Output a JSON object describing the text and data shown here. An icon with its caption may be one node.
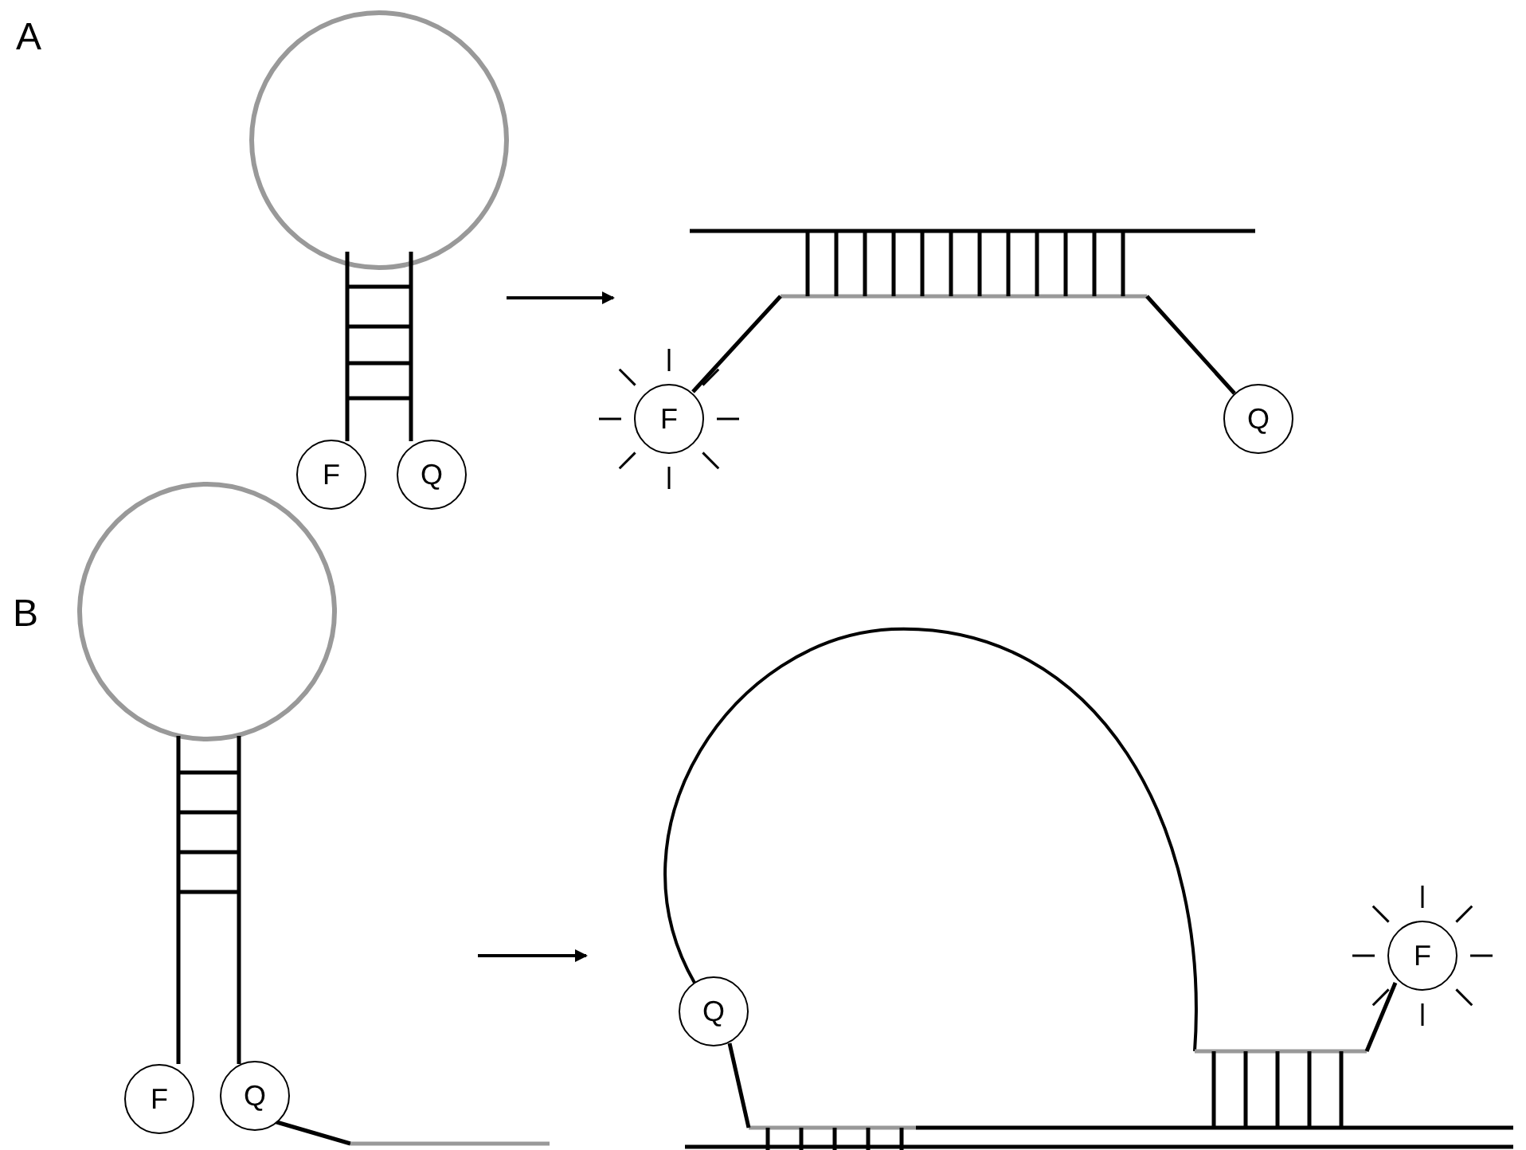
{
  "diagram": {
    "nodes": [
      {
        "text": [
          "F"
        ]
      },
      {
        "text": [
          "Q"
        ]
      },
      {
        "text": [
          "F"
        ]
      },
      {
        "text": [
          "Q"
        ]
      },
      {
        "text": [
          "F"
        ]
      },
      {
        "text": [
          "Q"
        ]
      },
      {
        "text": [
          "Q"
        ]
      },
      {
        "text": [
          "F"
        ]
      }
    ],
    "labels": [
      "A",
      "B"
    ]
  }
}
